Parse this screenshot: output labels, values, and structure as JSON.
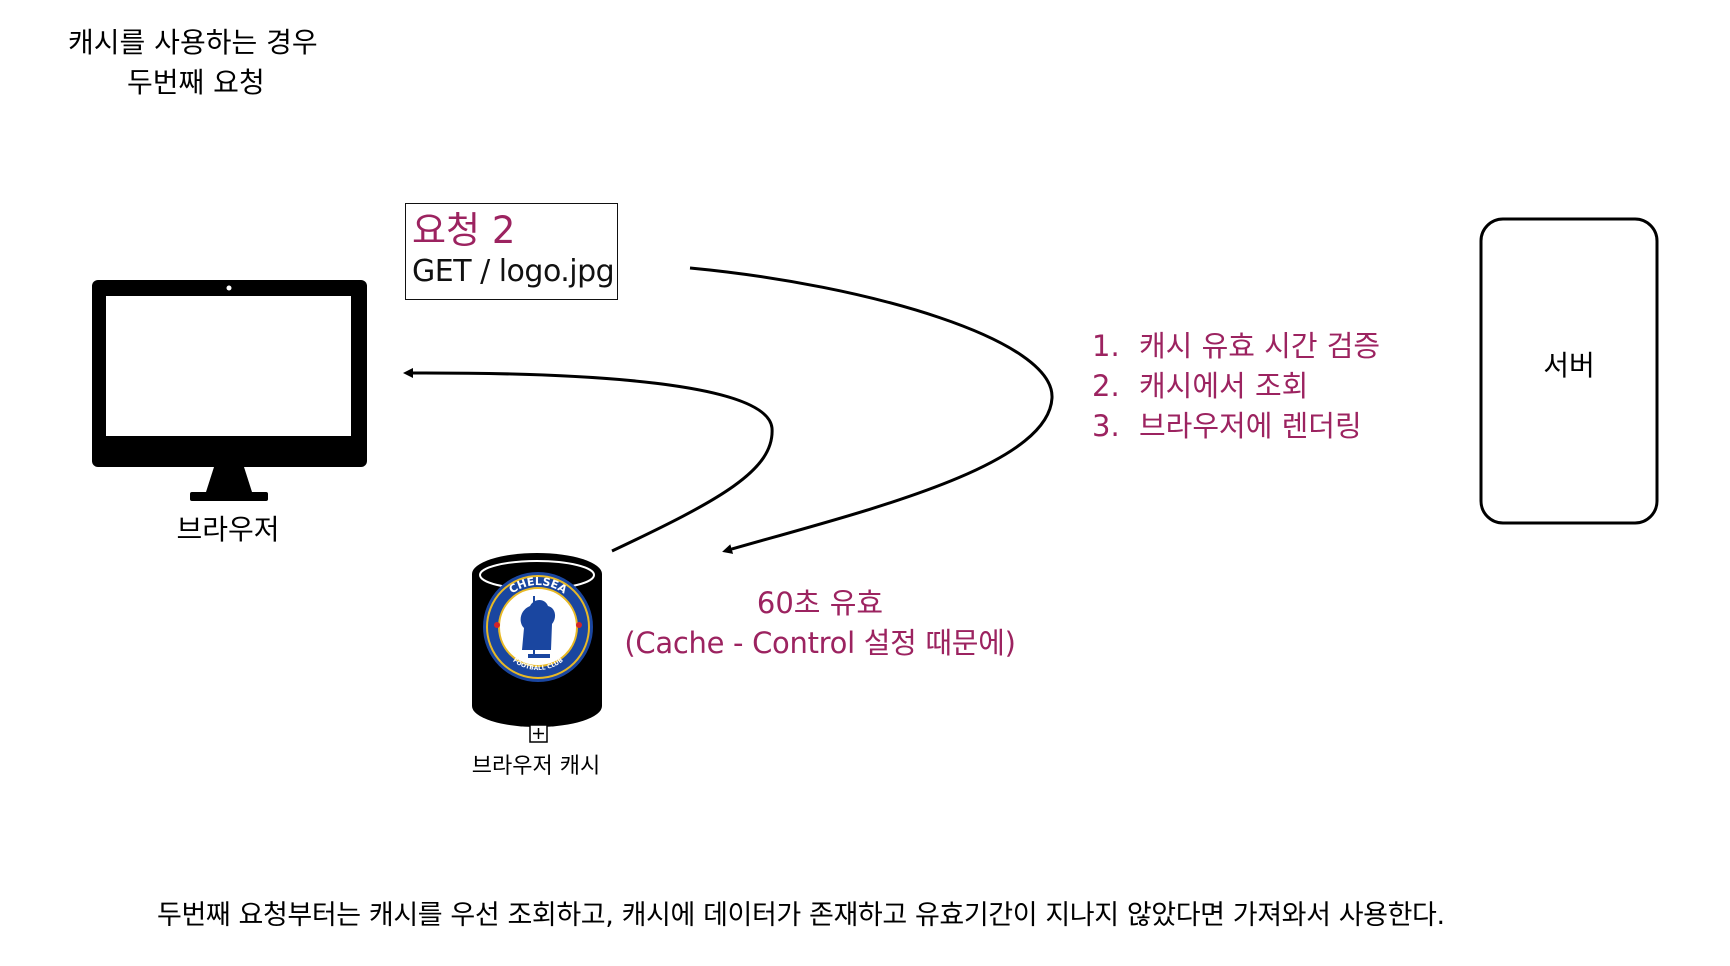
{
  "title": {
    "line1": "캐시를 사용하는 경우",
    "line2": "두번째 요청"
  },
  "request": {
    "title": "요청 2",
    "line": "GET / logo.jpg"
  },
  "browser": {
    "label": "브라우저",
    "icon": "desktop-monitor-icon"
  },
  "cache": {
    "label": "브라우저 캐시",
    "icon": "database-cylinder-icon",
    "logo_text": "CHELSEA FOOTBALL CLUB"
  },
  "server": {
    "label": "서버"
  },
  "steps": [
    {
      "num": "1.",
      "text": "캐시 유효 시간 검증"
    },
    {
      "num": "2.",
      "text": "캐시에서 조회"
    },
    {
      "num": "3.",
      "text": "브라우저에 렌더링"
    }
  ],
  "validity": {
    "line1": "60초 유효",
    "line2": "(Cache - Control 설정 때문에)"
  },
  "footer": "두번째 요청부터는 캐시를 우선 조회하고, 캐시에 데이터가 존재하고 유효기간이 지나지 않았다면 가져와서 사용한다.",
  "colors": {
    "accent": "#9c2360",
    "text": "#000000",
    "logo_blue": "#1a46a0",
    "logo_red": "#d2232a",
    "logo_gold": "#e8b925"
  }
}
